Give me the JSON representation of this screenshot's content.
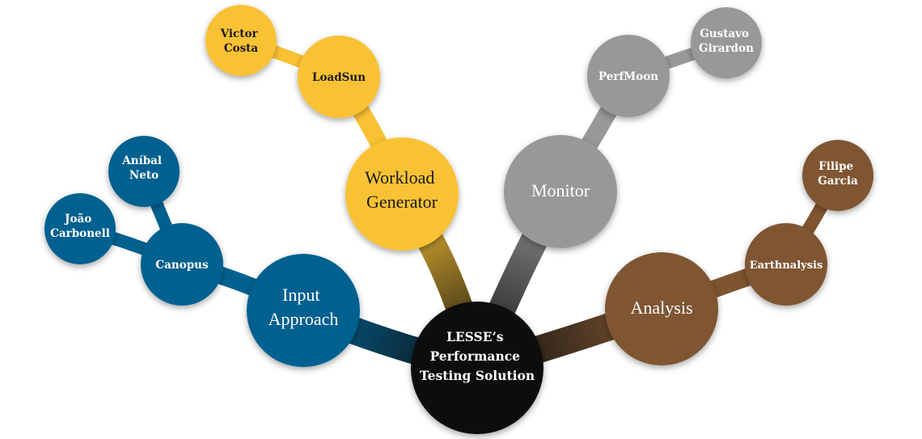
{
  "colors": {
    "root": "#111111",
    "input_approach": "#00618f",
    "workload_generator": "#f9c234",
    "monitor": "#989898",
    "analysis": "#7f5530"
  },
  "root": {
    "lines": [
      "LESSE’s",
      "Performance",
      "Testing Solution"
    ]
  },
  "branches": {
    "input_approach": {
      "lines": [
        "Input",
        "Approach"
      ],
      "child": {
        "lines": [
          "Canopus"
        ],
        "leaves": [
          {
            "lines": [
              "Aníbal",
              "Neto"
            ]
          },
          {
            "lines": [
              "João",
              "Carbonell"
            ]
          }
        ]
      }
    },
    "workload_generator": {
      "lines": [
        "Workload",
        "Generator"
      ],
      "child": {
        "lines": [
          "LoadSun"
        ],
        "leaves": [
          {
            "lines": [
              "Victor",
              "Costa"
            ]
          }
        ]
      }
    },
    "monitor": {
      "lines": [
        "Monitor"
      ],
      "child": {
        "lines": [
          "PerfMoon"
        ],
        "leaves": [
          {
            "lines": [
              "Gustavo",
              "Girardon"
            ]
          }
        ]
      }
    },
    "analysis": {
      "lines": [
        "Analysis"
      ],
      "child": {
        "lines": [
          "Earthnalysis"
        ],
        "leaves": [
          {
            "lines": [
              "Filipe",
              "Garcia"
            ]
          }
        ]
      }
    }
  }
}
